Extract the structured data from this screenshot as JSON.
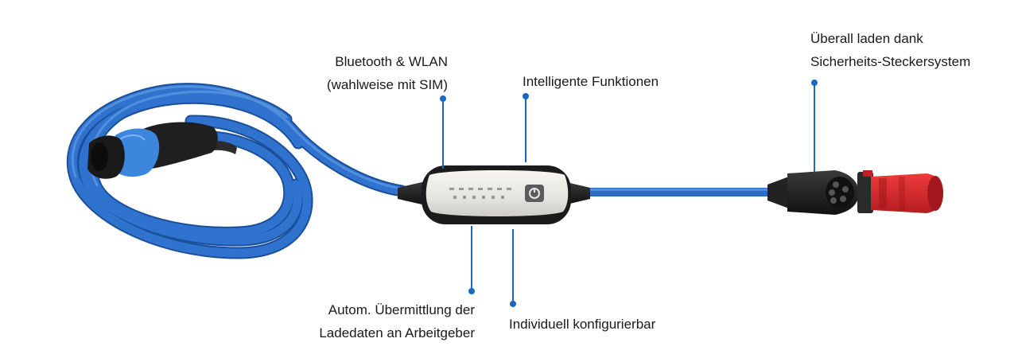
{
  "colors": {
    "cable": "#2b6cc4",
    "cable_dark": "#1b4f9a",
    "housing": "#ecebe6",
    "housing_dark": "#222222",
    "callout": "#1769c3",
    "plug_red": "#d9262a"
  },
  "callouts": {
    "bluetooth": {
      "line1": "Bluetooth & WLAN",
      "line2": "(wahlweise mit SIM)"
    },
    "intelligent": {
      "line1": "Intelligente Funktionen"
    },
    "everywhere": {
      "line1": "Überall laden dank",
      "line2": "Sicherheits-Steckersystem"
    },
    "autom": {
      "line1": "Autom. Übermittlung der",
      "line2": "Ladedaten an Arbeitgeber"
    },
    "individual": {
      "line1": "Individuell konfigurierbar"
    }
  },
  "icons": {
    "control_box_button": "power-plug-icon",
    "status_leds": "led-indicator-icon"
  }
}
